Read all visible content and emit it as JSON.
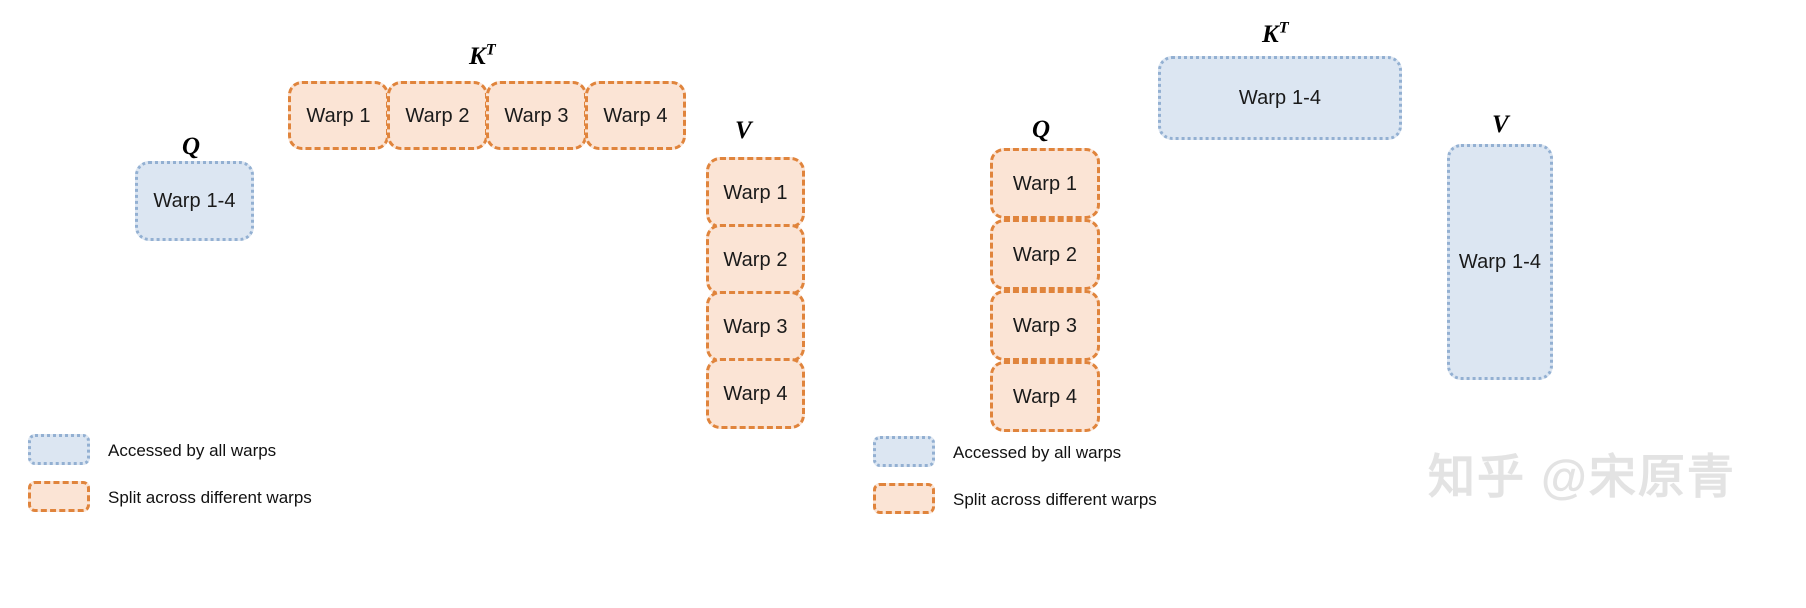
{
  "figure": {
    "watermark": "知乎 @宋原青"
  },
  "legend": {
    "accessed_all": {
      "label": "Accessed by all warps",
      "color_fill": "#dce6f2",
      "color_border": "#93b0d2",
      "border_style": "dotted"
    },
    "split_across": {
      "label": "Split across different warps",
      "color_fill": "#fbe4d5",
      "color_border": "#e0843c",
      "border_style": "dashed"
    }
  },
  "left_panel": {
    "q": {
      "label": "Q",
      "blocks": [
        {
          "text": "Warp 1-4",
          "kind": "all"
        }
      ]
    },
    "kt": {
      "label": "K",
      "label_sup": "T",
      "blocks": [
        {
          "text": "Warp 1",
          "kind": "split"
        },
        {
          "text": "Warp 2",
          "kind": "split"
        },
        {
          "text": "Warp 3",
          "kind": "split"
        },
        {
          "text": "Warp 4",
          "kind": "split"
        }
      ]
    },
    "v": {
      "label": "V",
      "blocks": [
        {
          "text": "Warp 1",
          "kind": "split"
        },
        {
          "text": "Warp 2",
          "kind": "split"
        },
        {
          "text": "Warp 3",
          "kind": "split"
        },
        {
          "text": "Warp 4",
          "kind": "split"
        }
      ]
    }
  },
  "right_panel": {
    "q": {
      "label": "Q",
      "blocks": [
        {
          "text": "Warp 1",
          "kind": "split"
        },
        {
          "text": "Warp 2",
          "kind": "split"
        },
        {
          "text": "Warp 3",
          "kind": "split"
        },
        {
          "text": "Warp 4",
          "kind": "split"
        }
      ]
    },
    "kt": {
      "label": "K",
      "label_sup": "T",
      "blocks": [
        {
          "text": "Warp 1-4",
          "kind": "all"
        }
      ]
    },
    "v": {
      "label": "V",
      "blocks": [
        {
          "text": "Warp 1-4",
          "kind": "all"
        }
      ]
    }
  }
}
